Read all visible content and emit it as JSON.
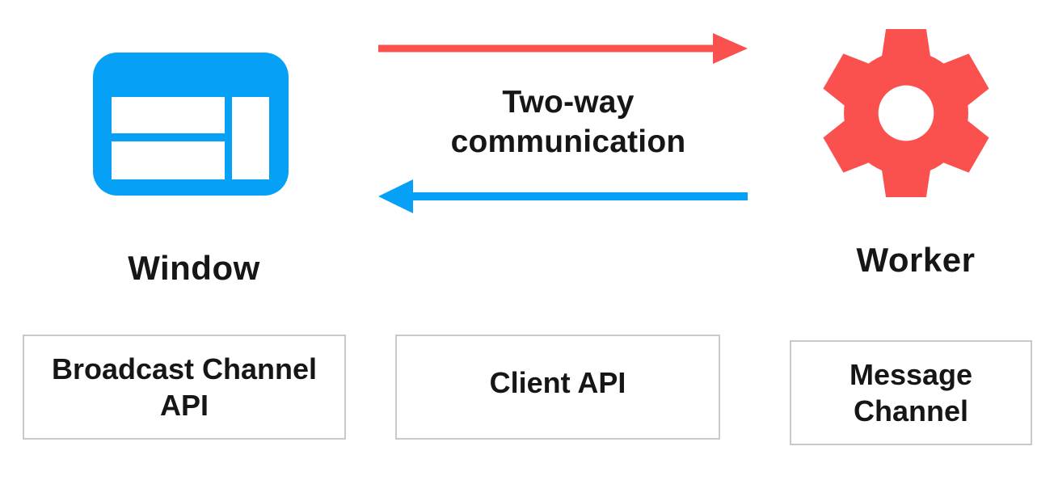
{
  "diagram": {
    "title": "Window and Worker two-way communication diagram",
    "colors": {
      "blue": "#07A0F7",
      "red": "#FA514F",
      "text": "#161616",
      "box_border": "#c9c9c9",
      "background": "#ffffff"
    },
    "window_node": {
      "icon": "browser-window-icon",
      "label": "Window"
    },
    "worker_node": {
      "icon": "gear-icon",
      "label": "Worker"
    },
    "communication": {
      "label": "Two-way communication",
      "forward_arrow": "red-right-arrow",
      "backward_arrow": "blue-left-arrow"
    },
    "boxes": [
      {
        "label": "Broadcast Channel API"
      },
      {
        "label": "Client API"
      },
      {
        "label": "Message Channel"
      }
    ]
  }
}
